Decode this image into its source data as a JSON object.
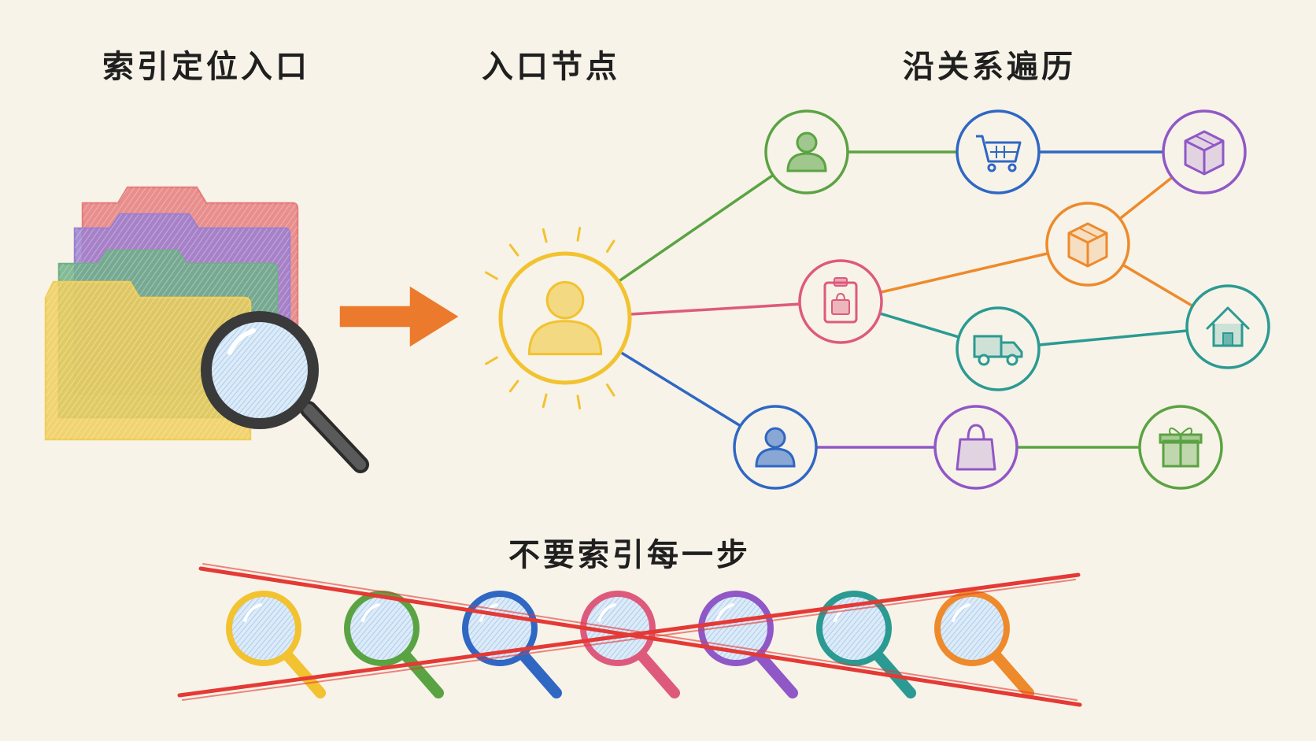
{
  "labels": {
    "index_locate_entry": "索引定位入口",
    "entry_node": "入口节点",
    "traverse_relations": "沿关系遍历",
    "dont_index_every_step": "不要索引每一步"
  },
  "colors": {
    "background": "#f7f3e8",
    "arrow": "#ec7a2c",
    "cross": "#e53935",
    "yellow": "#f2c230",
    "green": "#5aa342",
    "blue": "#2f67c3",
    "pink": "#de5a7d",
    "purple": "#9057c7",
    "teal": "#2b9a92",
    "orange": "#ee8a2b",
    "indigo": "#4b57c3"
  },
  "folders": [
    {
      "color": "#e57d7d"
    },
    {
      "color": "#9b7fd1"
    },
    {
      "color": "#6fb088"
    },
    {
      "color": "#f0cd5a"
    }
  ],
  "graph": {
    "nodes": [
      {
        "id": "entry",
        "icon": "person-icon",
        "color": "#f2c230"
      },
      {
        "id": "user-top",
        "icon": "person-icon",
        "color": "#5aa342"
      },
      {
        "id": "cart",
        "icon": "shopping-cart-icon",
        "color": "#2f67c3"
      },
      {
        "id": "box-top",
        "icon": "box-icon",
        "color": "#9057c7"
      },
      {
        "id": "order",
        "icon": "clipboard-bag-icon",
        "color": "#de5a7d"
      },
      {
        "id": "box-mid",
        "icon": "box-icon",
        "color": "#ee8a2b"
      },
      {
        "id": "house",
        "icon": "house-icon",
        "color": "#2b9a92"
      },
      {
        "id": "truck",
        "icon": "truck-icon",
        "color": "#2b9a92"
      },
      {
        "id": "user-bottom",
        "icon": "person-icon",
        "color": "#2f67c3"
      },
      {
        "id": "bag",
        "icon": "shopping-bag-icon",
        "color": "#9057c7"
      },
      {
        "id": "gift",
        "icon": "gift-icon",
        "color": "#5aa342"
      }
    ],
    "edges": [
      {
        "from": "entry",
        "to": "user-top",
        "color": "#5aa342"
      },
      {
        "from": "entry",
        "to": "order",
        "color": "#de5a7d"
      },
      {
        "from": "entry",
        "to": "user-bottom",
        "color": "#2f67c3"
      },
      {
        "from": "user-top",
        "to": "cart",
        "color": "#5aa342"
      },
      {
        "from": "cart",
        "to": "box-top",
        "color": "#2f67c3"
      },
      {
        "from": "order",
        "to": "box-mid",
        "color": "#ee8a2b"
      },
      {
        "from": "box-mid",
        "to": "box-top",
        "color": "#ee8a2b"
      },
      {
        "from": "box-mid",
        "to": "house",
        "color": "#ee8a2b"
      },
      {
        "from": "order",
        "to": "truck",
        "color": "#2b9a92"
      },
      {
        "from": "truck",
        "to": "house",
        "color": "#2b9a92"
      },
      {
        "from": "user-bottom",
        "to": "bag",
        "color": "#9057c7"
      },
      {
        "from": "bag",
        "to": "gift",
        "color": "#5aa342"
      }
    ]
  },
  "magnifiers": [
    {
      "color": "#f2c230"
    },
    {
      "color": "#5aa342"
    },
    {
      "color": "#2f67c3"
    },
    {
      "color": "#de5a7d"
    },
    {
      "color": "#9057c7"
    },
    {
      "color": "#2b9a92"
    },
    {
      "color": "#ee8a2b"
    }
  ]
}
